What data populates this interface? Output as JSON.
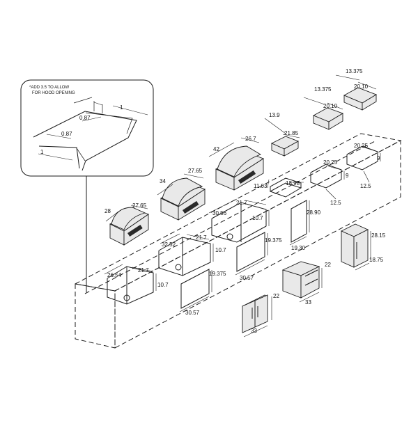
{
  "diagram": {
    "callout": {
      "note_line1": "*ADD 3.5 TO ALLOW",
      "note_line2": "FOR HOOD OPENING",
      "dims": [
        "1",
        "0.87",
        "0.87",
        "1"
      ]
    },
    "grills": [
      {
        "width": "28",
        "depth": "27.65"
      },
      {
        "width": "34",
        "depth": "27.65"
      },
      {
        "width": "42",
        "depth": "26.7"
      }
    ],
    "burners": [
      {
        "width": "13.9",
        "depth": "21.85"
      },
      {
        "width": "13.375",
        "depth": "20.10"
      },
      {
        "width": "13.375",
        "depth": "20.10"
      }
    ],
    "cutouts": [
      {
        "width": "26.54",
        "depth": "21.7",
        "height": "10.7"
      },
      {
        "width": "32.52",
        "depth": "21.7",
        "height": "10.7"
      },
      {
        "width": "30.56",
        "depth": "21.7",
        "height": "10.7"
      }
    ],
    "side_cutouts": [
      {
        "a": "11.03",
        "b": "18.98"
      },
      {
        "a": "20.25",
        "b": "9",
        "c": "12.5"
      },
      {
        "a": "20.25",
        "b": "9",
        "c": "12.5"
      }
    ],
    "door_openings": [
      {
        "width": "30.57",
        "height": "19.375"
      },
      {
        "width": "30.57",
        "height": "19.375"
      },
      {
        "width": "19.30",
        "height": "28.90"
      }
    ],
    "doors": [
      {
        "width": "33",
        "height": "22"
      },
      {
        "width": "33",
        "height": "22"
      }
    ],
    "fridge": {
      "height": "28.15",
      "width": "18.75"
    }
  }
}
